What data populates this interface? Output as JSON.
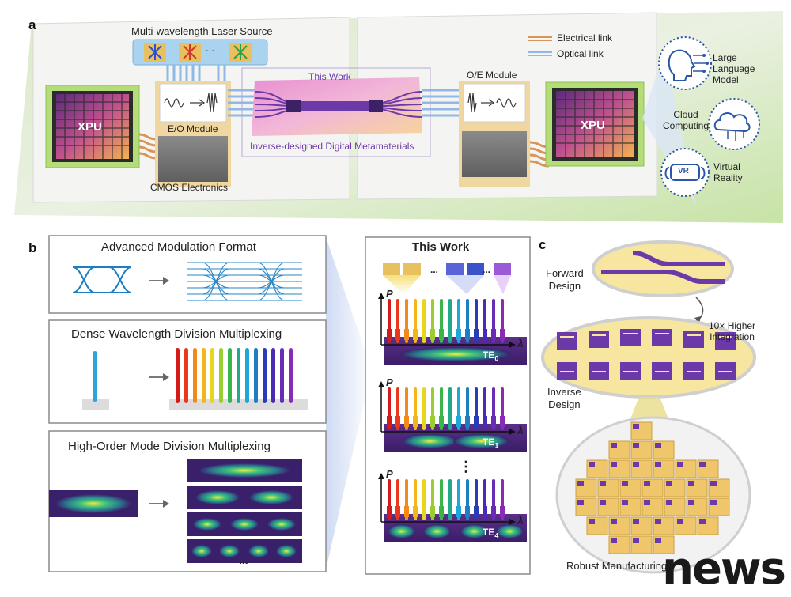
{
  "panel_a": {
    "letter": "a",
    "laser_source": "Multi-wavelength Laser Source",
    "laser_dots": "···",
    "legend": {
      "electrical": "Electrical link",
      "optical": "Optical link",
      "electrical_color": "#d8955a",
      "optical_color": "#8fb8e6"
    },
    "this_work": "This Work",
    "metamaterials": "Inverse-designed Digital Metamaterials",
    "eo_module": "E/O Module",
    "oe_module": "O/E Module",
    "cmos": "CMOS Electronics",
    "xpu_left": "XPU",
    "xpu_right": "XPU",
    "apps": [
      {
        "label1": "Large",
        "label2": "Language",
        "label3": "Model",
        "icon": "head-circuit-icon"
      },
      {
        "label1": "Cloud",
        "label2": "Computing",
        "label3": "",
        "icon": "cloud-circuit-icon"
      },
      {
        "label1": "Virtual",
        "label2": "Reality",
        "label3": "",
        "icon": "vr-headset-icon"
      }
    ],
    "vr_text": "VR"
  },
  "panel_b": {
    "letter": "b",
    "modulation": "Advanced Modulation Format",
    "dwdm": "Dense Wavelength Division Multiplexing",
    "mdm": "High-Order Mode Division Multiplexing",
    "more": "...",
    "this_work": "This Work",
    "axis_p": "P",
    "axis_lambda": "λ",
    "modes": [
      "TE",
      "TE",
      "TE"
    ],
    "mode_subs": [
      "0",
      "1",
      "4"
    ],
    "vdots": "⋮",
    "top_dots": "..."
  },
  "panel_c": {
    "letter": "c",
    "forward": [
      "Forward",
      "Design"
    ],
    "inverse": [
      "Inverse",
      "Design"
    ],
    "higher1": "10× Higher",
    "higher2": "Integration",
    "manufacturing": "Robust Manufacturing"
  },
  "watermark": "news",
  "colors": {
    "purple": "#6c3aa8",
    "gold": "#f0c66a",
    "bg_green": "#cfe6b0"
  }
}
